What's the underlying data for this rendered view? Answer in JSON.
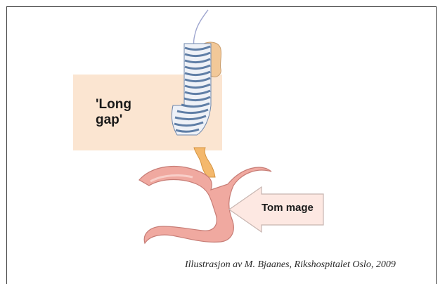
{
  "diagram": {
    "gap_label": "'Long\ngap'",
    "stomach_arrow_label": "Tom mage",
    "caption": "Illustrasjon av M. Bjaanes, Rikshospitalet Oslo, 2009"
  },
  "colors": {
    "gap_box": "#fbe5d1",
    "esophagus_stripes": "#5f7ea6",
    "esophagus_pouch": "#f2c898",
    "stomach": "#f0a9a0",
    "lower_esophagus": "#f4b86c",
    "arrow_fill": "#fde8e2",
    "arrow_stroke": "#c7b5b0"
  }
}
